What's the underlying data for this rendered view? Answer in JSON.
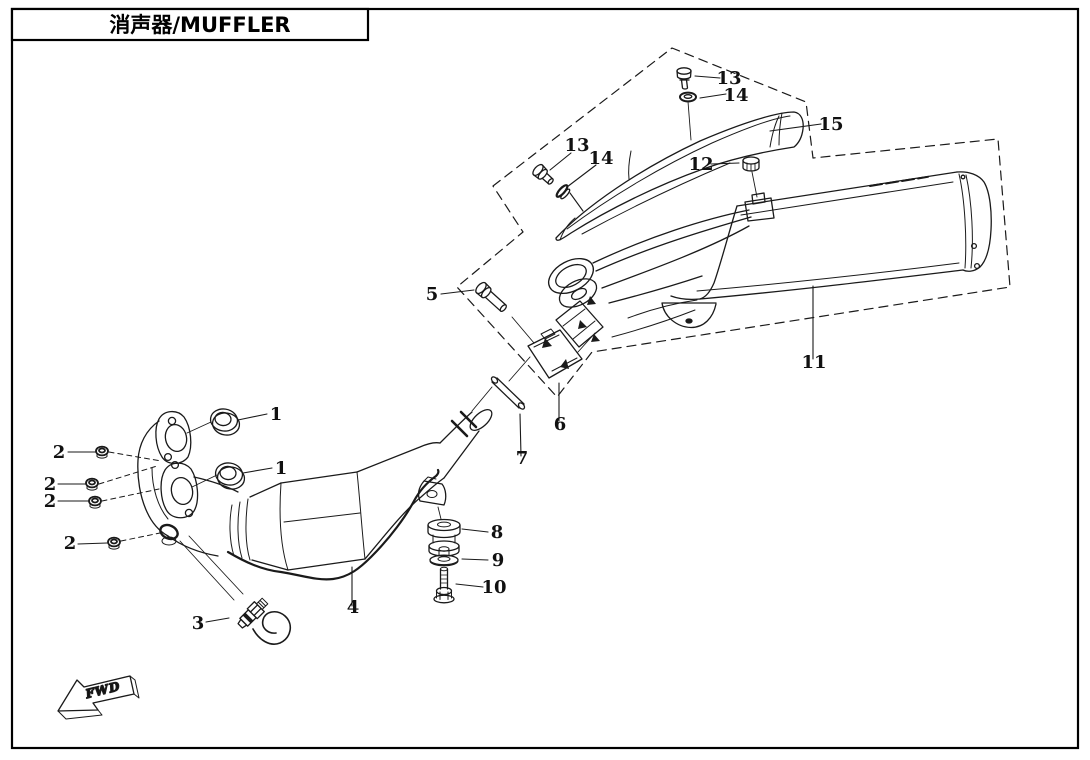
{
  "page": {
    "title": "消声器/MUFFLER",
    "background_color": "#ffffff",
    "line_color": "#1a1a1a"
  },
  "fwd_marker": {
    "label": "FWD"
  },
  "callouts": {
    "c1": "1",
    "c2": "2",
    "c3": "3",
    "c4": "4",
    "c5": "5",
    "c6": "6",
    "c7": "7",
    "c8": "8",
    "c9": "9",
    "c10": "10",
    "c11": "11",
    "c12": "12",
    "c13": "13",
    "c14": "14",
    "c15": "15"
  },
  "callout_instances_visible": [
    {
      "ref": "1",
      "count": 2
    },
    {
      "ref": "2",
      "count": 4
    },
    {
      "ref": "3",
      "count": 1
    },
    {
      "ref": "4",
      "count": 1
    },
    {
      "ref": "5",
      "count": 1
    },
    {
      "ref": "6",
      "count": 1
    },
    {
      "ref": "7",
      "count": 1
    },
    {
      "ref": "8",
      "count": 1
    },
    {
      "ref": "9",
      "count": 1
    },
    {
      "ref": "10",
      "count": 1
    },
    {
      "ref": "11",
      "count": 1
    },
    {
      "ref": "12",
      "count": 1
    },
    {
      "ref": "13",
      "count": 2
    },
    {
      "ref": "14",
      "count": 2
    },
    {
      "ref": "15",
      "count": 1
    }
  ]
}
